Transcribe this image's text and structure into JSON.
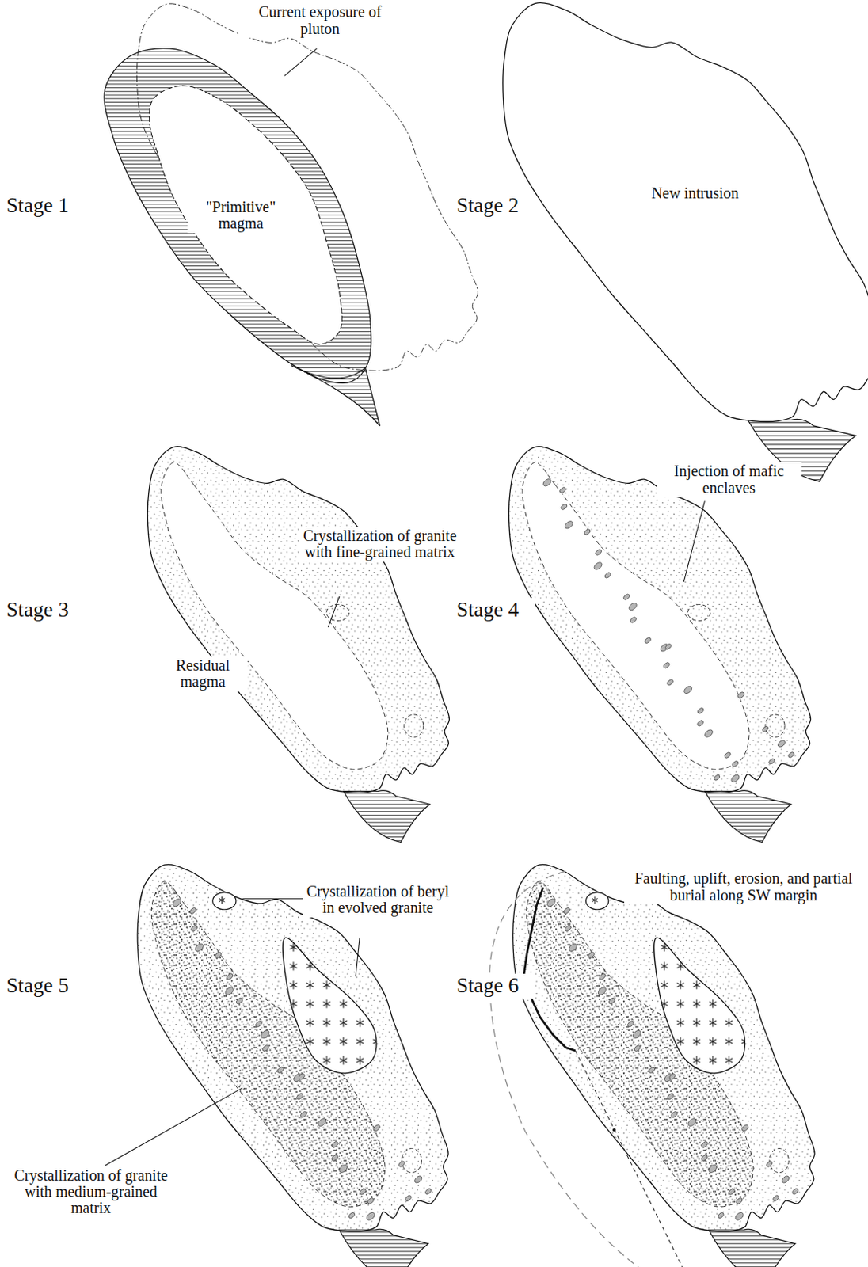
{
  "diagram": {
    "labels": [
      "Stage 1",
      "Current exposure of pluton",
      "\"Primitive\" magma",
      "Stage 2",
      "New intrusion",
      "Stage 3",
      "Crystallization of granite with fine-grained matrix",
      "Residual magma",
      "Stage 4",
      "Injection of mafic enclaves",
      "Stage 5",
      "Crystallization of beryl in evolved granite",
      "Crystallization of granite with medium-grained matrix",
      "Stage 6",
      "Faulting, uplift, erosion, and partial burial along SW margin"
    ]
  }
}
